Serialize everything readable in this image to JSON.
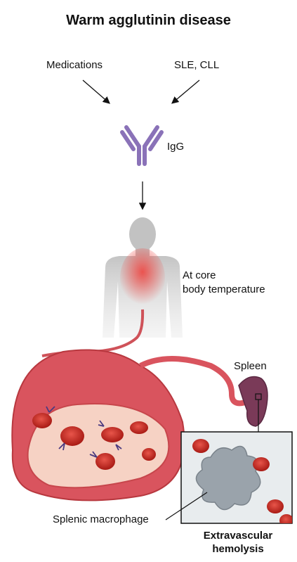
{
  "title": "Warm agglutinin disease",
  "labels": {
    "medications": "Medications",
    "sle_cll": "SLE, CLL",
    "igg": "IgG",
    "core_line1": "At core",
    "core_line2": "body temperature",
    "spleen": "Spleen",
    "splenic_macrophage": "Splenic macrophage",
    "extravascular_line1": "Extravascular",
    "extravascular_line2": "hemolysis"
  },
  "colors": {
    "antibody": "#8a72b8",
    "vessel": "#d9545e",
    "vessel_inner": "#f6d2c4",
    "rbc": "#c8281f",
    "spleen": "#7a3a58",
    "body": "#c9c9c9",
    "heat": "#e8504c",
    "macrophage": "#9aa3ab"
  }
}
